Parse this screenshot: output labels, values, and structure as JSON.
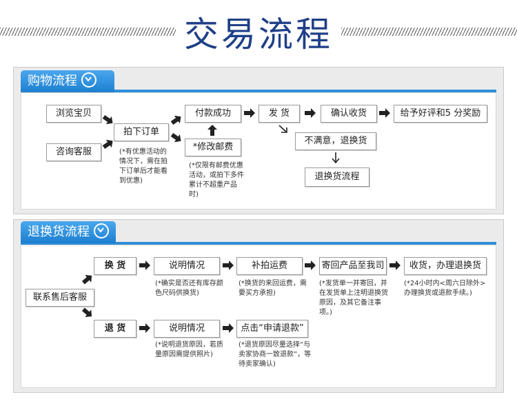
{
  "title": "交易流程",
  "shopping": {
    "tab_label": "购物流程",
    "browse": "浏览宝贝",
    "consult": "咨询客服",
    "place_order": "拍下订单",
    "order_note": "(*有优惠活动的情况下，需在拍下订单后才能看到优惠)",
    "pay_success": "付款成功",
    "modify_postage": "*修改邮费",
    "postage_note": "(*仅限有邮费优惠活动，或拍下多件累计不超重产品时)",
    "ship": "发 货",
    "confirm_receipt": "确认收货",
    "rate": "给予好评和5 分奖励",
    "unsatisfied": "不满意，退换货",
    "return_process": "退换货流程"
  },
  "returns": {
    "tab_label": "退换货流程",
    "contact": "联系售后客服",
    "exchange": "换 货",
    "explain1": "说明情况",
    "explain1_note": "(*确实是否还有库存颜色尺码供换货)",
    "shipping_fee": "补拍运费",
    "shipping_fee_note": "(*换货的来回运费，需要买方承担)",
    "send_back": "寄回产品至我司",
    "send_back_note": "(*发货单一并寄回，并在发货单上注明退换货原因，及其它备注事项。)",
    "receive": "收货，办理退换货",
    "receive_note": "(*24小时内<周六日除外>办理换货或退款手续。)",
    "refund": "退 货",
    "explain2": "说明情况",
    "explain2_note": "(*说明退货原因，若质量原因需提供照片)",
    "apply_refund": "点击“申请退款”",
    "apply_refund_note": "(*退货原因尽量选择“与卖家协商一致退款”，等待卖家确认)"
  },
  "colors": {
    "accent": "#2f8fd8",
    "title": "#1f3f87"
  }
}
